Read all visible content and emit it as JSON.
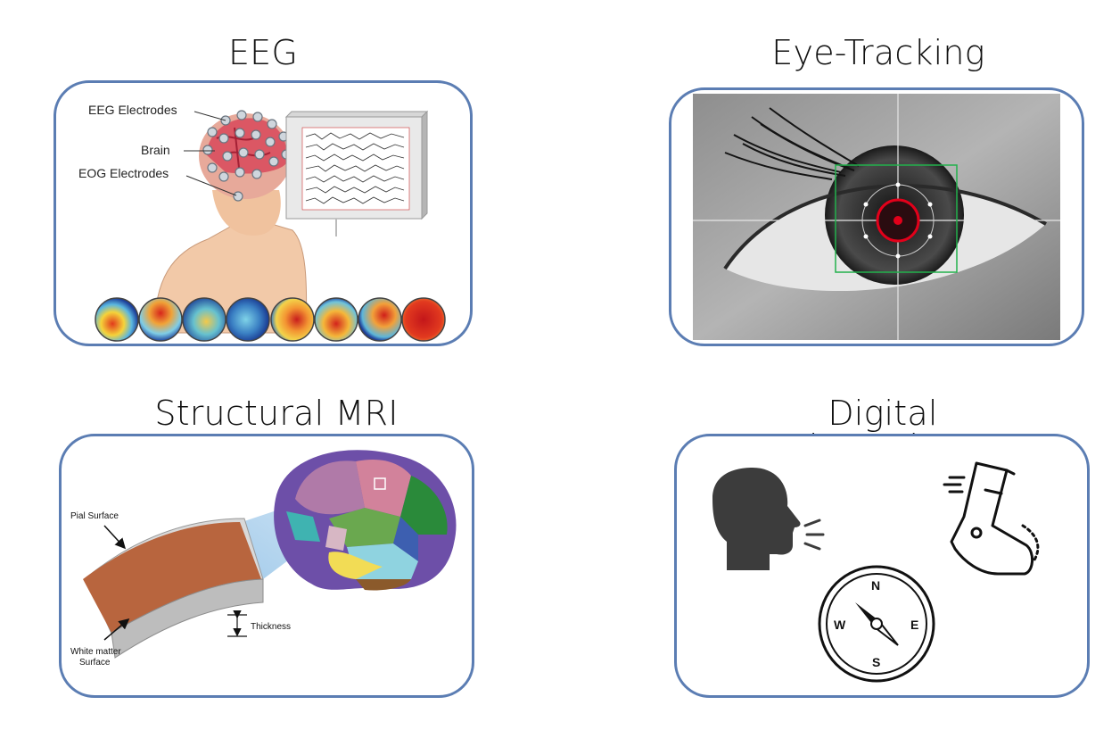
{
  "panels": {
    "eeg": {
      "title": "EEG",
      "labels": {
        "electrodes": "EEG Electrodes",
        "brain": "Brain",
        "eog": "EOG Electrodes"
      }
    },
    "eye": {
      "title": "Eye-Tracking"
    },
    "mri": {
      "title": "Structural MRI",
      "labels": {
        "pial": "Pial Surface",
        "thickness": "Thickness",
        "white1": "White matter",
        "white2": "Surface"
      }
    },
    "bio": {
      "title": "Digital Biomarkers",
      "compass": {
        "n": "N",
        "e": "E",
        "s": "S",
        "w": "W"
      }
    }
  },
  "colors": {
    "panel_border": "#5b7db3",
    "cortex": "#b8653e",
    "tracking_box": "#22b14c",
    "pupil_marker": "#e2001a"
  },
  "icons": [
    "speaking-head-icon",
    "compass-icon",
    "running-shoe-icon"
  ]
}
